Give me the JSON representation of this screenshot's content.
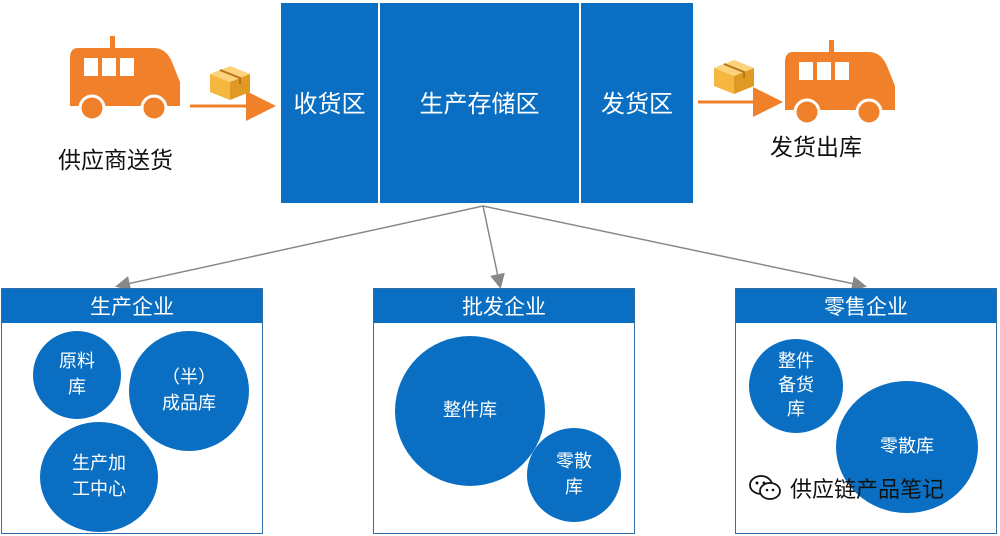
{
  "flow": {
    "supplier_caption": "供应商送货",
    "outbound_caption": "发货出库",
    "zones": {
      "receiving": "收货区",
      "production_storage": "生产存储区",
      "shipping": "发货区"
    }
  },
  "panels": {
    "production": {
      "title": "生产企业",
      "circles": {
        "raw_material": "原料\n库",
        "finished_goods": "（半）\n成品库",
        "processing_center": "生产加\n工中心"
      }
    },
    "wholesale": {
      "title": "批发企业",
      "circles": {
        "whole_piece": "整件库",
        "loose": "零散\n库"
      }
    },
    "retail": {
      "title": "零售企业",
      "circles": {
        "whole_piece_backup": "整件\n备货\n库",
        "loose": "零散库"
      }
    }
  },
  "watermark": {
    "text": "供应链产品笔记"
  },
  "colors": {
    "blue": "#0a6fc2",
    "orange": "#f0812a",
    "box": "#f5b740",
    "connector": "#888888"
  }
}
